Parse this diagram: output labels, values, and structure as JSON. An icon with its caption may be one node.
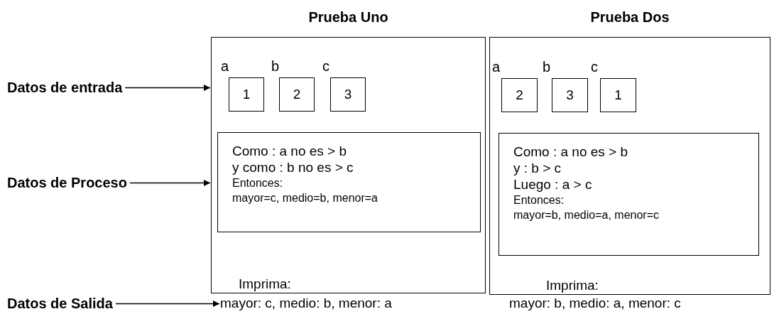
{
  "diagram": {
    "nodes": [
      {
        "text": [
          "Datos de entrada"
        ]
      },
      {
        "text": [
          "Datos de Proceso"
        ]
      },
      {
        "text": [
          "Datos de Salida"
        ]
      },
      {
        "text": [
          "Prueba Uno",
          "Imprima:"
        ]
      },
      {
        "text": [
          "1"
        ],
        "in": 3,
        "beside": [
          "a"
        ]
      },
      {
        "text": [
          "2"
        ],
        "in": 3,
        "beside": [
          "b"
        ]
      },
      {
        "text": [
          "3"
        ],
        "in": 3,
        "beside": [
          "c"
        ]
      },
      {
        "text": [
          "Como : a no es > b",
          "y como : b no es > c",
          "Entonces:",
          "mayor=c, medio=b, menor=a"
        ],
        "in": 3
      },
      {
        "text": [
          "Prueba Dos",
          "Imprima:"
        ]
      },
      {
        "text": [
          "2"
        ],
        "in": 8,
        "beside": [
          "a"
        ]
      },
      {
        "text": [
          "3"
        ],
        "in": 8,
        "beside": [
          "b"
        ]
      },
      {
        "text": [
          "1"
        ],
        "in": 8,
        "beside": [
          "c"
        ]
      },
      {
        "text": [
          "Como : a no es > b",
          "y : b > c",
          "Luego : a > c",
          "Entonces:",
          "mayor=b, medio=a, menor=c"
        ],
        "in": 8
      },
      {
        "text": [
          "mayor: c, medio: b, menor: a"
        ]
      },
      {
        "text": [
          "mayor: b, medio: a, menor: c"
        ]
      }
    ],
    "edges": [
      {
        "from": 0,
        "to": 3,
        "arrow": "to"
      },
      {
        "from": 1,
        "to": 3,
        "arrow": "to"
      },
      {
        "from": 2,
        "to": 13,
        "arrow": "to"
      }
    ]
  }
}
